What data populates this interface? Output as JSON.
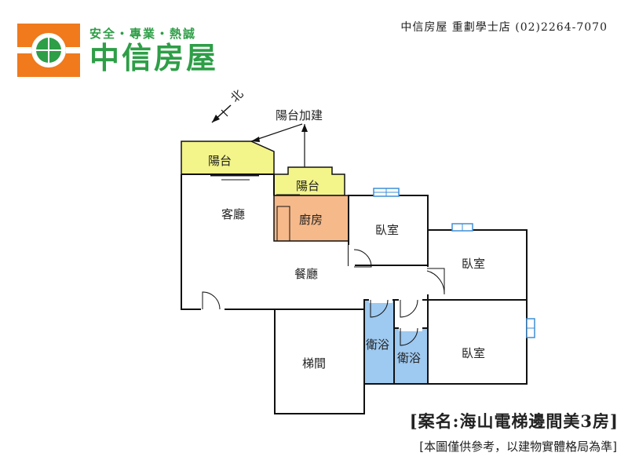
{
  "brand": {
    "slogan": "安全・專業・熱誠",
    "name": "中信房屋",
    "logo_icon": "house-globe-icon",
    "colors": {
      "orange": "#f07a1c",
      "green": "#2e9e47"
    }
  },
  "store_info": "中信房屋 重劃學士店 (02)2264-7070",
  "north_label": "北",
  "annotation": "陽台加建",
  "rooms": {
    "balcony_1": "陽台",
    "balcony_2": "陽台",
    "living_room": "客廳",
    "kitchen": "廚房",
    "dining_room": "餐廳",
    "bedroom_1": "臥室",
    "bedroom_2": "臥室",
    "bedroom_3": "臥室",
    "bathroom_1": "衛浴",
    "bathroom_2": "衛浴",
    "stairwell": "梯間"
  },
  "room_colors": {
    "balcony": "#f3f48a",
    "kitchen": "#f6b98a",
    "bathroom": "#9ec9f0",
    "window": "#3f8fd6"
  },
  "case_name": "[案名:海山電梯邊間美3房]",
  "disclaimer": "[本圖僅供參考，以建物實體格局為準]"
}
